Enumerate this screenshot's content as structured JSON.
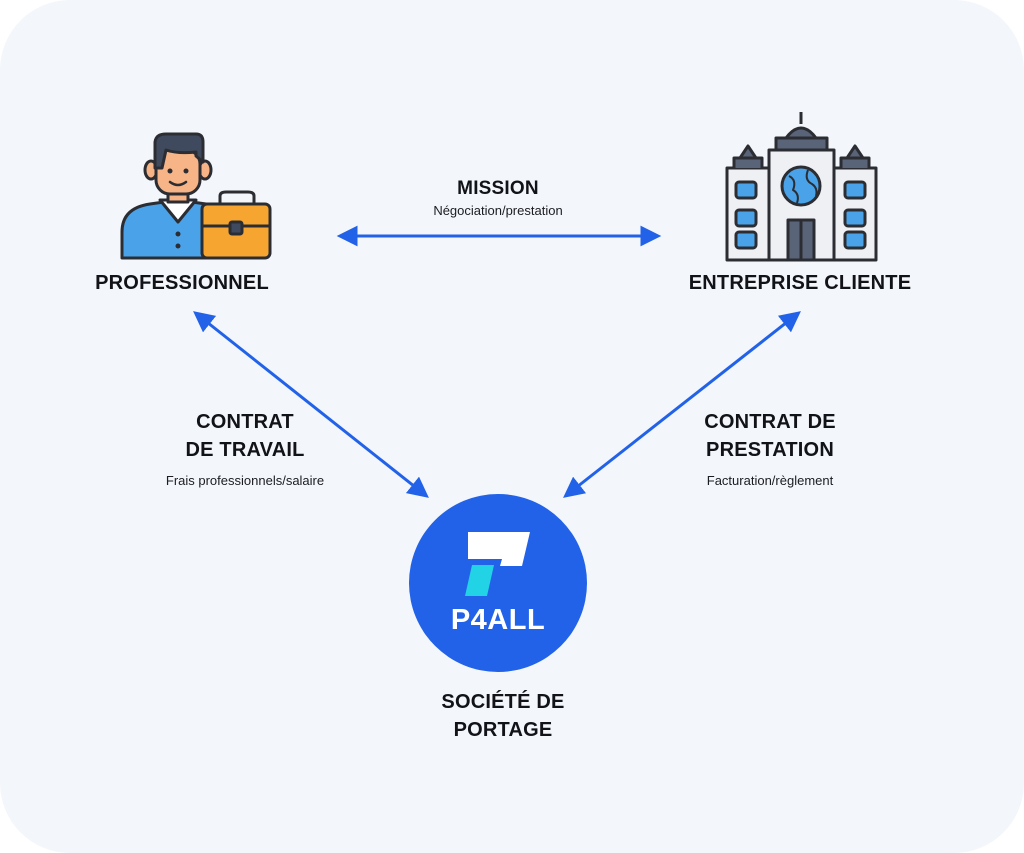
{
  "nodes": {
    "professionnel": {
      "label": "PROFESSIONNEL"
    },
    "entreprise": {
      "label": "ENTREPRISE CLIENTE"
    },
    "societe": {
      "line1": "SOCIÉTÉ DE",
      "line2": "PORTAGE",
      "brand": "P4ALL"
    }
  },
  "edges": {
    "mission": {
      "title": "MISSION",
      "subtitle": "Négociation/prestation"
    },
    "contrat_travail": {
      "line1": "CONTRAT",
      "line2": "DE TRAVAIL",
      "subtitle": "Frais professionnels/salaire"
    },
    "contrat_prestation": {
      "line1": "CONTRAT DE",
      "line2": "PRESTATION",
      "subtitle": "Facturation/règlement"
    }
  },
  "colors": {
    "arrow": "#2162e8",
    "brand_circle": "#2162e8",
    "brand_accent": "#22d3e6",
    "background": "#f3f6fa"
  },
  "icons": [
    "person-with-briefcase-icon",
    "building-with-globe-icon",
    "p4all-logo"
  ]
}
